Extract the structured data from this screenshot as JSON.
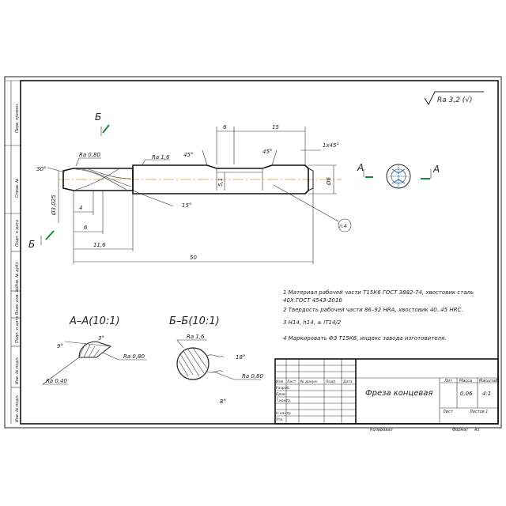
{
  "colors": {
    "line": "#222222",
    "accent_green": "#1a8a3a",
    "axis_orange": "#e0a030",
    "fill": "#ffffff"
  },
  "roughness": {
    "general": "Ra 3,2 (√)"
  },
  "dimensions": {
    "d6": "6",
    "d15": "15",
    "chamfer": "1x45°",
    "a30": "30°",
    "a45a": "45°",
    "a45b": "45°",
    "dia_tip": "Ø3,025",
    "d4": "4",
    "d6b": "6",
    "d116": "11,6",
    "d50": "50",
    "d51": "5,1",
    "dia6": "Ø6",
    "a15": "15°",
    "ra080": "Ra 0,80",
    "ra16": "Ra 1,6",
    "callout": "п.4"
  },
  "section_markers": {
    "b": "Б",
    "a": "А"
  },
  "section_aa": {
    "title": "А–А(10:1)",
    "angle1": "9°",
    "angle2": "3°",
    "ra1": "Ra 0,80",
    "ra2": "Ra 0,40"
  },
  "section_bb": {
    "title": "Б–Б(10:1)",
    "ra1": "Ra 1,6",
    "ra2": "Ra 0,80",
    "angle1": "18°",
    "angle2": "8°"
  },
  "notes": [
    "1 Материал рабочей части  Т15К6 ГОСТ 3882-74, хвостовик сталь",
    "40Х ГОСТ 4543-2016",
    "2  Твердость рабочей части 86–92 HRA, хвостовик 40..45 HRC.",
    "3  H14, h14, ± IT14/2",
    "4  Маркировать Ф3 Т15К6, индекс завода изготовителя."
  ],
  "title_block": {
    "name": "Фреза концевая",
    "col_lit": "Лит",
    "col_mass": "Масса",
    "col_scale": "Масштаб",
    "mass": "0,06",
    "scale": "4:1",
    "sheet": "Лист",
    "sheets": "Листов  1",
    "rows": [
      "Изм",
      "Лист",
      "№ докум.",
      "Подп.",
      "Дата",
      "Разраб.",
      "Пров.",
      "Т.контр.",
      "Н.контр.",
      "Утв."
    ],
    "copied": "Копировал",
    "format": "Формат",
    "format_value": "А3"
  },
  "side_stamps": [
    "Перв. примен.",
    "Справ. №",
    "Подп. и дата",
    "Инв. № дубл.",
    "Взам. инв. №",
    "Подп. и дата",
    "Инв. № подл."
  ]
}
